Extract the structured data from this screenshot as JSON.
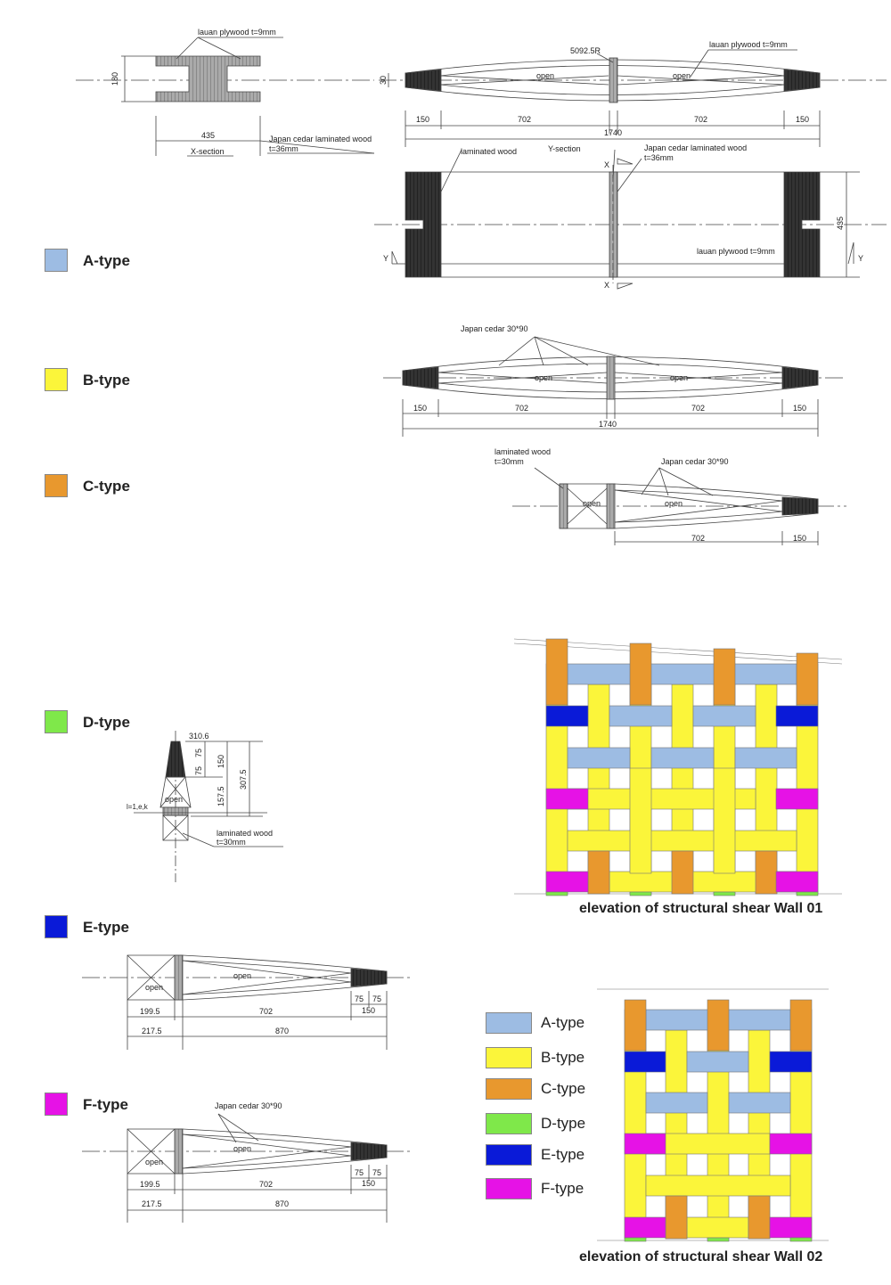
{
  "types": [
    {
      "id": "A",
      "label": "A-type",
      "color": "#9dbce3"
    },
    {
      "id": "B",
      "label": "B-type",
      "color": "#fbf53a"
    },
    {
      "id": "C",
      "label": "C-type",
      "color": "#e8982e"
    },
    {
      "id": "D",
      "label": "D-type",
      "color": "#7fe84a"
    },
    {
      "id": "E",
      "label": "E-type",
      "color": "#0a1ad8"
    },
    {
      "id": "F",
      "label": "F-type",
      "color": "#e612e6"
    }
  ],
  "legend": [
    "A-type",
    "B-type",
    "C-type",
    "D-type",
    "E-type",
    "F-type"
  ],
  "captions": {
    "wall01": "elevation of structural shear Wall 01",
    "wall02": "elevation of structural shear Wall 02"
  },
  "xsection": {
    "title": "X-section",
    "plywood": "lauan plywood t=9mm",
    "cedar_1": "Japan cedar laminated wood",
    "cedar_2": "t=36mm",
    "height": "180",
    "width": "435"
  },
  "a_elevation": {
    "radius": "5092.5R",
    "plywood": "lauan plywood t=9mm",
    "open_1": "open",
    "open_2": "open",
    "thick": "30",
    "dims": [
      "150",
      "702",
      "702",
      "150"
    ],
    "total": "1740"
  },
  "ysection": {
    "title": "Y-section",
    "laminated": "laminated wood",
    "cedar_1": "Japan cedar laminated wood",
    "cedar_2": "t=36mm",
    "plywood": "lauan plywood t=9mm",
    "width": "435",
    "mark_x": "X",
    "mark_y": "Y"
  },
  "b_detail": {
    "note": "Japan cedar 30*90",
    "open_1": "open",
    "open_2": "open",
    "dims": [
      "150",
      "702",
      "702",
      "150"
    ],
    "total": "1740"
  },
  "c_detail": {
    "lam_1": "laminated wood",
    "lam_2": "t=30mm",
    "note": "Japan cedar 30*90",
    "open_1": "open",
    "open_2": "open",
    "dims": [
      "702",
      "150"
    ]
  },
  "d_detail": {
    "top": "310.6",
    "d75a": "75",
    "d75b": "75",
    "d150": "150",
    "d157": "157.5",
    "d307": "307.5",
    "open": "open",
    "side": "l=1,e,k",
    "lam_1": "laminated wood",
    "lam_2": "t=30mm"
  },
  "e_detail": {
    "open_1": "open",
    "open_2": "open",
    "d75a": "75",
    "d75b": "75",
    "d150": "150",
    "d199": "199.5",
    "d702": "702",
    "d217": "217.5",
    "d870": "870"
  },
  "f_detail": {
    "note": "Japan cedar 30*90",
    "open_1": "open",
    "open_2": "open",
    "d75a": "75",
    "d75b": "75",
    "d150": "150",
    "d199": "199.5",
    "d702": "702",
    "d217": "217.5",
    "d870": "870"
  }
}
